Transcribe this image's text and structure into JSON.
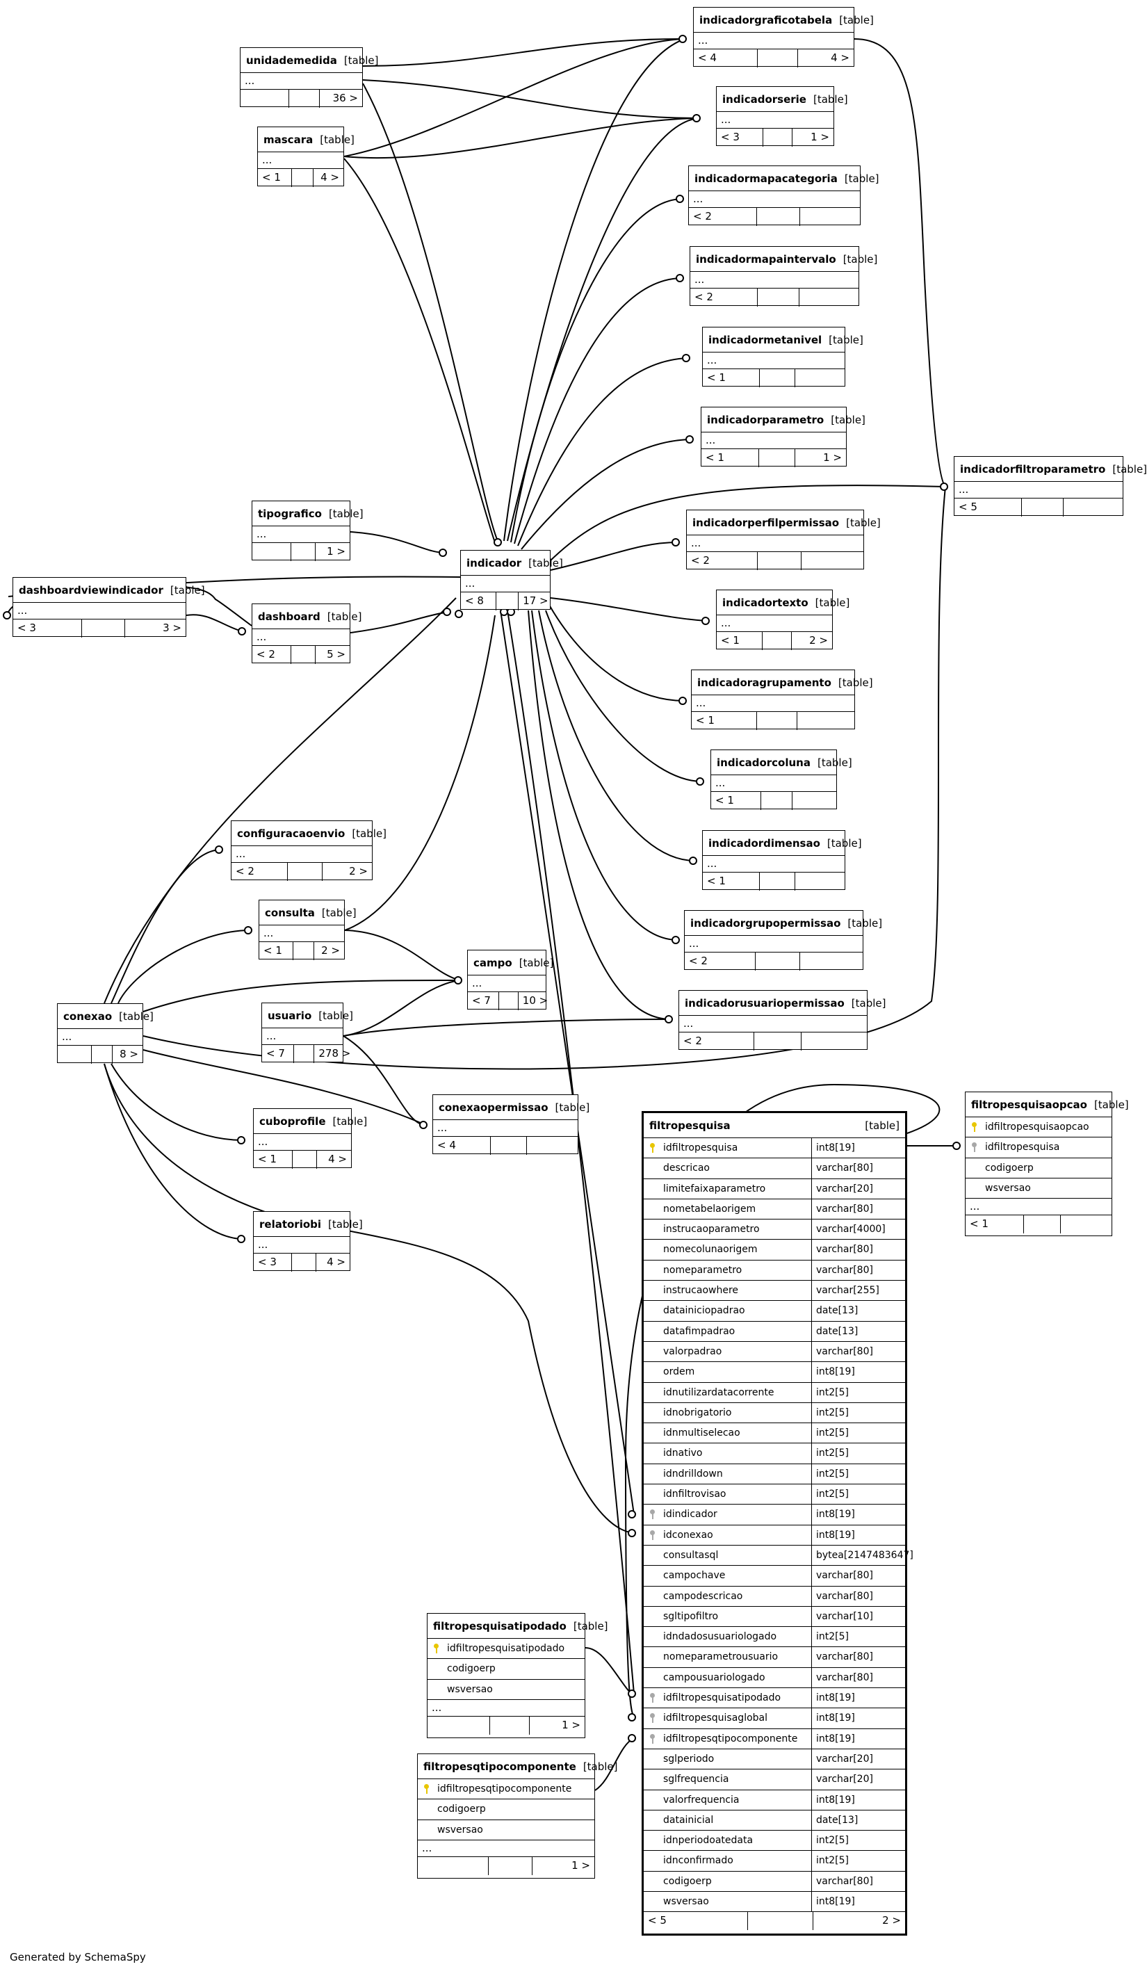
{
  "footer": "Generated by SchemaSpy",
  "tag": "[table]",
  "tables": [
    {
      "id": "indicadorgraficotabela",
      "name": "indicadorgraficotabela",
      "footer": [
        "< 4",
        "",
        "4 >"
      ]
    },
    {
      "id": "unidademedida",
      "name": "unidademedida",
      "footer": [
        "",
        "",
        "36 >"
      ]
    },
    {
      "id": "indicadorserie",
      "name": "indicadorserie",
      "footer": [
        "< 3",
        "",
        "1 >"
      ]
    },
    {
      "id": "mascara",
      "name": "mascara",
      "footer": [
        "< 1",
        "",
        "4 >"
      ]
    },
    {
      "id": "indicadormapacategoria",
      "name": "indicadormapacategoria",
      "footer": [
        "< 2",
        "",
        ""
      ]
    },
    {
      "id": "indicadormapaintervalo",
      "name": "indicadormapaintervalo",
      "footer": [
        "< 2",
        "",
        ""
      ]
    },
    {
      "id": "indicadormetanivel",
      "name": "indicadormetanivel",
      "footer": [
        "< 1",
        "",
        ""
      ]
    },
    {
      "id": "indicadorparametro",
      "name": "indicadorparametro",
      "footer": [
        "< 1",
        "",
        "1 >"
      ]
    },
    {
      "id": "indicadorfiltroparametro",
      "name": "indicadorfiltroparametro",
      "footer": [
        "< 5",
        "",
        ""
      ]
    },
    {
      "id": "tipografico",
      "name": "tipografico",
      "footer": [
        "",
        "",
        "1 >"
      ]
    },
    {
      "id": "indicadorperfilpermissao",
      "name": "indicadorperfilpermissao",
      "footer": [
        "< 2",
        "",
        ""
      ]
    },
    {
      "id": "indicador",
      "name": "indicador",
      "footer": [
        "< 8",
        "",
        "17 >"
      ]
    },
    {
      "id": "dashboardviewindicador",
      "name": "dashboardviewindicador",
      "footer": [
        "< 3",
        "",
        "3 >"
      ]
    },
    {
      "id": "dashboard",
      "name": "dashboard",
      "footer": [
        "< 2",
        "",
        "5 >"
      ]
    },
    {
      "id": "indicadortexto",
      "name": "indicadortexto",
      "footer": [
        "< 1",
        "",
        "2 >"
      ]
    },
    {
      "id": "indicadoragrupamento",
      "name": "indicadoragrupamento",
      "footer": [
        "< 1",
        "",
        ""
      ]
    },
    {
      "id": "indicadorcoluna",
      "name": "indicadorcoluna",
      "footer": [
        "< 1",
        "",
        ""
      ]
    },
    {
      "id": "configuracaoenvio",
      "name": "configuracaoenvio",
      "footer": [
        "< 2",
        "",
        "2 >"
      ]
    },
    {
      "id": "indicadordimensao",
      "name": "indicadordimensao",
      "footer": [
        "< 1",
        "",
        ""
      ]
    },
    {
      "id": "consulta",
      "name": "consulta",
      "footer": [
        "< 1",
        "",
        "2 >"
      ]
    },
    {
      "id": "indicadorgrupopermissao",
      "name": "indicadorgrupopermissao",
      "footer": [
        "< 2",
        "",
        ""
      ]
    },
    {
      "id": "campo",
      "name": "campo",
      "footer": [
        "< 7",
        "",
        "10 >"
      ]
    },
    {
      "id": "usuario",
      "name": "usuario",
      "footer": [
        "< 7",
        "",
        "278 >"
      ]
    },
    {
      "id": "indicadorusuariopermissao",
      "name": "indicadorusuariopermissao",
      "footer": [
        "< 2",
        "",
        ""
      ]
    },
    {
      "id": "conexao",
      "name": "conexao",
      "footer": [
        "",
        "",
        "8 >"
      ]
    },
    {
      "id": "conexaopermissao",
      "name": "conexaopermissao",
      "footer": [
        "< 4",
        "",
        ""
      ]
    },
    {
      "id": "cuboprofile",
      "name": "cuboprofile",
      "footer": [
        "< 1",
        "",
        "4 >"
      ]
    },
    {
      "id": "relatoriobi",
      "name": "relatoriobi",
      "footer": [
        "< 3",
        "",
        "4 >"
      ]
    }
  ],
  "filtropesquisa": {
    "name": "filtropesquisa",
    "columns": [
      {
        "name": "idfiltropesquisa",
        "type": "int8[19]",
        "key": "pk"
      },
      {
        "name": "descricao",
        "type": "varchar[80]",
        "key": ""
      },
      {
        "name": "limitefaixaparametro",
        "type": "varchar[20]",
        "key": ""
      },
      {
        "name": "nometabelaorigem",
        "type": "varchar[80]",
        "key": ""
      },
      {
        "name": "instrucaoparametro",
        "type": "varchar[4000]",
        "key": ""
      },
      {
        "name": "nomecolunaorigem",
        "type": "varchar[80]",
        "key": ""
      },
      {
        "name": "nomeparametro",
        "type": "varchar[80]",
        "key": ""
      },
      {
        "name": "instrucaowhere",
        "type": "varchar[255]",
        "key": ""
      },
      {
        "name": "datainiciopadrao",
        "type": "date[13]",
        "key": ""
      },
      {
        "name": "datafimpadrao",
        "type": "date[13]",
        "key": ""
      },
      {
        "name": "valorpadrao",
        "type": "varchar[80]",
        "key": ""
      },
      {
        "name": "ordem",
        "type": "int8[19]",
        "key": ""
      },
      {
        "name": "idnutilizardatacorrente",
        "type": "int2[5]",
        "key": ""
      },
      {
        "name": "idnobrigatorio",
        "type": "int2[5]",
        "key": ""
      },
      {
        "name": "idnmultiselecao",
        "type": "int2[5]",
        "key": ""
      },
      {
        "name": "idnativo",
        "type": "int2[5]",
        "key": ""
      },
      {
        "name": "idndrilldown",
        "type": "int2[5]",
        "key": ""
      },
      {
        "name": "idnfiltrovisao",
        "type": "int2[5]",
        "key": ""
      },
      {
        "name": "idindicador",
        "type": "int8[19]",
        "key": "fk"
      },
      {
        "name": "idconexao",
        "type": "int8[19]",
        "key": "fk"
      },
      {
        "name": "consultasql",
        "type": "bytea[2147483647]",
        "key": ""
      },
      {
        "name": "campochave",
        "type": "varchar[80]",
        "key": ""
      },
      {
        "name": "campodescricao",
        "type": "varchar[80]",
        "key": ""
      },
      {
        "name": "sgltipofiltro",
        "type": "varchar[10]",
        "key": ""
      },
      {
        "name": "idndadosusuariologado",
        "type": "int2[5]",
        "key": ""
      },
      {
        "name": "nomeparametrousuario",
        "type": "varchar[80]",
        "key": ""
      },
      {
        "name": "campousuariologado",
        "type": "varchar[80]",
        "key": ""
      },
      {
        "name": "idfiltropesquisatipodado",
        "type": "int8[19]",
        "key": "fk"
      },
      {
        "name": "idfiltropesquisaglobal",
        "type": "int8[19]",
        "key": "fk"
      },
      {
        "name": "idfiltropesqtipocomponente",
        "type": "int8[19]",
        "key": "fk"
      },
      {
        "name": "sglperiodo",
        "type": "varchar[20]",
        "key": ""
      },
      {
        "name": "sglfrequencia",
        "type": "varchar[20]",
        "key": ""
      },
      {
        "name": "valorfrequencia",
        "type": "int8[19]",
        "key": ""
      },
      {
        "name": "datainicial",
        "type": "date[13]",
        "key": ""
      },
      {
        "name": "idnperiodoatedata",
        "type": "int2[5]",
        "key": ""
      },
      {
        "name": "idnconfirmado",
        "type": "int2[5]",
        "key": ""
      },
      {
        "name": "codigoerp",
        "type": "varchar[80]",
        "key": ""
      },
      {
        "name": "wsversao",
        "type": "int8[19]",
        "key": ""
      }
    ],
    "footer": [
      "< 5",
      "",
      "2 >"
    ]
  },
  "filtropesquisaopcao": {
    "name": "filtropesquisaopcao",
    "columns": [
      {
        "name": "idfiltropesquisaopcao",
        "key": "pk"
      },
      {
        "name": "idfiltropesquisa",
        "key": "fk"
      },
      {
        "name": "codigoerp",
        "key": ""
      },
      {
        "name": "wsversao",
        "key": ""
      }
    ],
    "footer": [
      "< 1",
      "",
      ""
    ]
  },
  "filtropesquisatipodado": {
    "name": "filtropesquisatipodado",
    "columns": [
      {
        "name": "idfiltropesquisatipodado",
        "key": "pk"
      },
      {
        "name": "codigoerp",
        "key": ""
      },
      {
        "name": "wsversao",
        "key": ""
      }
    ],
    "footer": [
      "",
      "",
      "1 >"
    ]
  },
  "filtropesqtipocomponente": {
    "name": "filtropesqtipocomponente",
    "columns": [
      {
        "name": "idfiltropesqtipocomponente",
        "key": "pk"
      },
      {
        "name": "codigoerp",
        "key": ""
      },
      {
        "name": "wsversao",
        "key": ""
      }
    ],
    "footer": [
      "",
      "",
      "1 >"
    ]
  }
}
